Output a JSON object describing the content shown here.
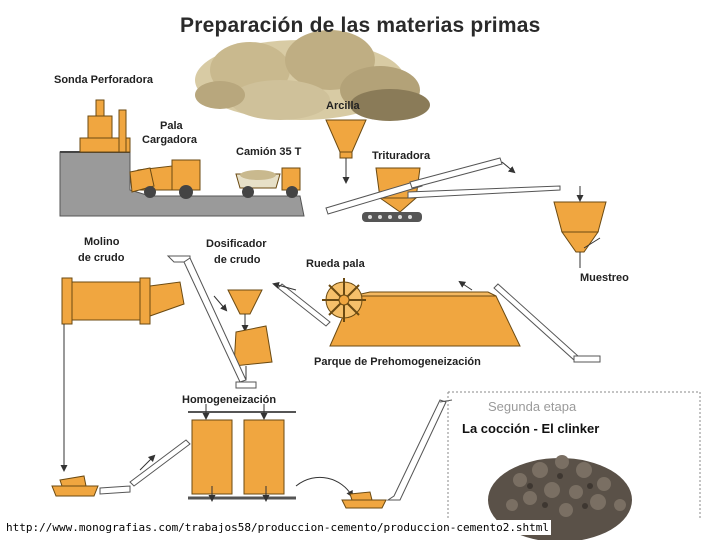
{
  "header": {
    "title": "Preparación de las materias primas"
  },
  "labels": {
    "sonda": "Sonda Perforadora",
    "pala_1": "Pala",
    "pala_2": "Cargadora",
    "arcilla": "Arcilla",
    "camion": "Camión 35 T",
    "trituradora": "Trituradora",
    "molino_1": "Molino",
    "molino_2": "de crudo",
    "dosificador_1": "Dosificador",
    "dosificador_2": "de crudo",
    "rueda": "Rueda pala",
    "muestreo": "Muestreo",
    "parque": "Parque de Prehomogeneización",
    "homog": "Homogeneización",
    "segunda": "Segunda etapa",
    "coccion": "La cocción - El clinker"
  },
  "footer": {
    "url": "http://www.monografias.com/trabajos58/produccion-cemento/produccion-cemento2.shtml"
  },
  "colors": {
    "machine": "#f0a640",
    "outline": "#6b4a12",
    "ground": "#9a9a9a",
    "rock": "#c9b98e",
    "clinker": "#5a5148"
  }
}
